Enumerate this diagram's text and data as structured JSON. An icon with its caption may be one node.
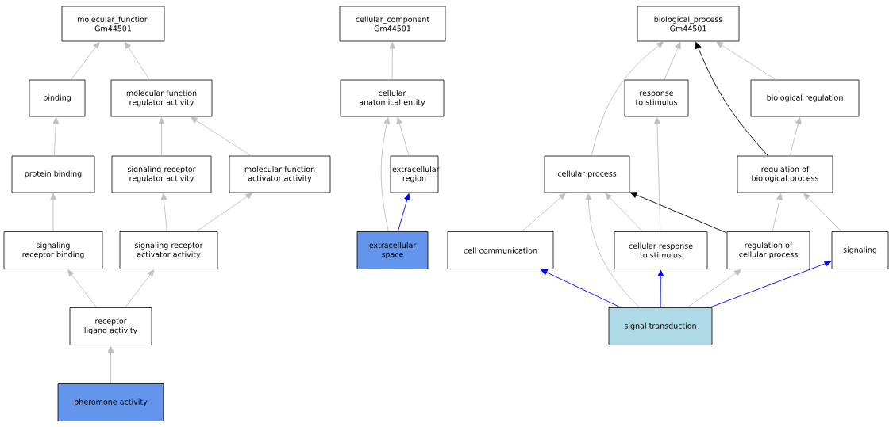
{
  "diagram": {
    "nodes": [
      {
        "text": [
          "molecular_function Gm44501"
        ]
      },
      {
        "text": [
          "binding"
        ]
      },
      {
        "text": [
          "molecular function regulator activity"
        ]
      },
      {
        "text": [
          "protein binding"
        ]
      },
      {
        "text": [
          "signaling receptor regulator activity"
        ]
      },
      {
        "text": [
          "molecular function activator activity"
        ]
      },
      {
        "text": [
          "signaling receptor binding"
        ]
      },
      {
        "text": [
          "signaling receptor activator activity"
        ]
      },
      {
        "text": [
          "receptor ligand activity"
        ]
      },
      {
        "text": [
          "pheromone activity"
        ]
      },
      {
        "text": [
          "cellular_component Gm44501"
        ]
      },
      {
        "text": [
          "cellular anatomical entity"
        ]
      },
      {
        "text": [
          "extracellular region"
        ]
      },
      {
        "text": [
          "extracellular space"
        ]
      },
      {
        "text": [
          "biological_process Gm44501"
        ]
      },
      {
        "text": [
          "response to stimulus"
        ]
      },
      {
        "text": [
          "biological regulation"
        ]
      },
      {
        "text": [
          "cellular process"
        ]
      },
      {
        "text": [
          "regulation of biological process"
        ]
      },
      {
        "text": [
          "cell communication"
        ]
      },
      {
        "text": [
          "cellular response to stimulus"
        ]
      },
      {
        "text": [
          "regulation of cellular process"
        ]
      },
      {
        "text": [
          "signaling"
        ]
      },
      {
        "text": [
          "signal transduction"
        ]
      }
    ],
    "edges": [
      {
        "from": 1,
        "to": 0,
        "arrow": "to"
      },
      {
        "from": 2,
        "to": 0,
        "arrow": "to"
      },
      {
        "from": 3,
        "to": 1,
        "arrow": "to"
      },
      {
        "from": 4,
        "to": 2,
        "arrow": "to"
      },
      {
        "from": 5,
        "to": 2,
        "arrow": "to"
      },
      {
        "from": 6,
        "to": 3,
        "arrow": "to"
      },
      {
        "from": 7,
        "to": 4,
        "arrow": "to"
      },
      {
        "from": 7,
        "to": 5,
        "arrow": "to"
      },
      {
        "from": 8,
        "to": 6,
        "arrow": "to"
      },
      {
        "from": 8,
        "to": 7,
        "arrow": "to"
      },
      {
        "from": 9,
        "to": 8,
        "arrow": "to"
      },
      {
        "from": 11,
        "to": 10,
        "arrow": "to"
      },
      {
        "from": 12,
        "to": 11,
        "arrow": "to"
      },
      {
        "from": 13,
        "to": 11,
        "arrow": "to"
      },
      {
        "from": 13,
        "to": 12,
        "arrow": "to",
        "color": "#0000ff"
      },
      {
        "from": 15,
        "to": 14,
        "arrow": "to"
      },
      {
        "from": 16,
        "to": 14,
        "arrow": "to"
      },
      {
        "from": 17,
        "to": 14,
        "arrow": "to"
      },
      {
        "from": 18,
        "to": 14,
        "arrow": "to",
        "color": "#000000"
      },
      {
        "from": 18,
        "to": 16,
        "arrow": "to"
      },
      {
        "from": 19,
        "to": 17,
        "arrow": "to"
      },
      {
        "from": 20,
        "to": 17,
        "arrow": "to"
      },
      {
        "from": 20,
        "to": 15,
        "arrow": "to"
      },
      {
        "from": 21,
        "to": 17,
        "arrow": "to",
        "color": "#000000"
      },
      {
        "from": 21,
        "to": 18,
        "arrow": "to"
      },
      {
        "from": 22,
        "to": 18,
        "arrow": "to"
      },
      {
        "from": 23,
        "to": 19,
        "arrow": "to",
        "color": "#0000ff"
      },
      {
        "from": 23,
        "to": 17,
        "arrow": "to"
      },
      {
        "from": 23,
        "to": 20,
        "arrow": "to",
        "color": "#0000ff"
      },
      {
        "from": 23,
        "to": 21,
        "arrow": "to"
      },
      {
        "from": 23,
        "to": 22,
        "arrow": "to",
        "color": "#0000ff"
      }
    ]
  }
}
